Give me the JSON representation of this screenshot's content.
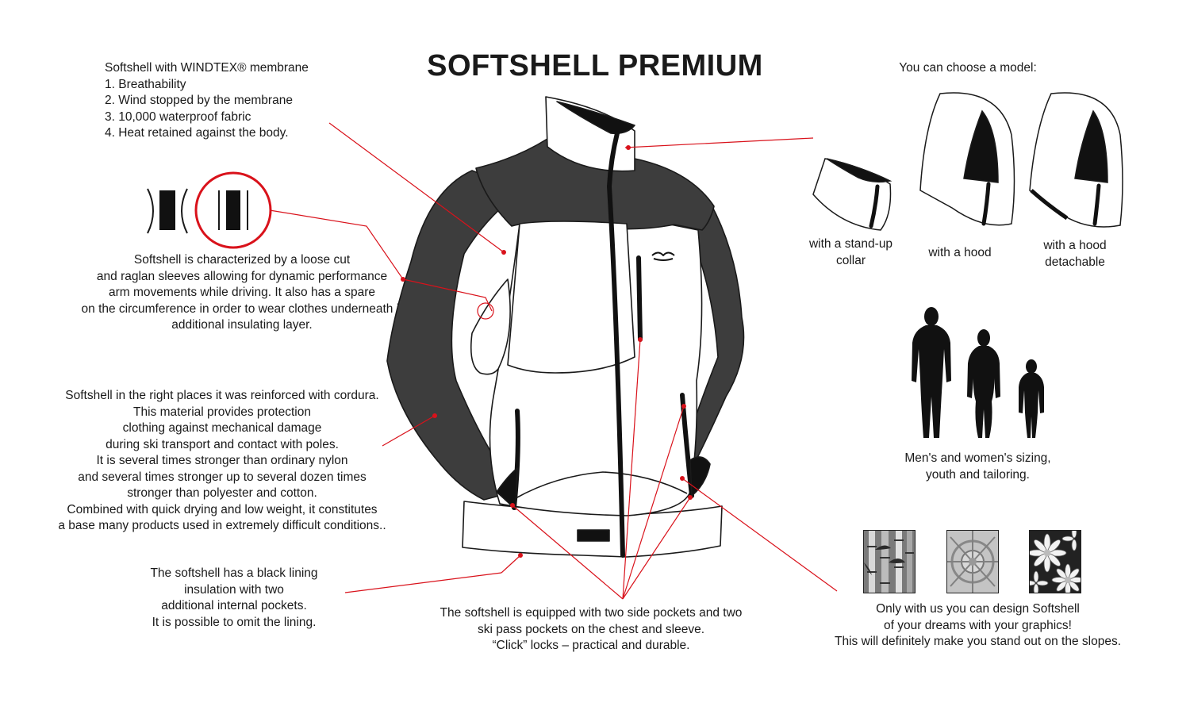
{
  "title": "SOFTSHELL PREMIUM",
  "membrane": {
    "lines": [
      "Softshell with WINDTEX® membrane",
      "1. Breathability",
      "2. Wind stopped by the membrane",
      "3. 10,000 waterproof fabric",
      "4. Heat retained against the body."
    ]
  },
  "cut": {
    "lines": [
      "Softshell is characterized by a loose cut",
      "and raglan sleeves allowing for dynamic performance",
      "arm movements while driving. It also has a spare",
      "on the circumference in order to wear clothes underneath it",
      "additional insulating layer."
    ]
  },
  "cordura": {
    "lines": [
      "Softshell in the right places it was reinforced with cordura.",
      "This material provides protection",
      "clothing against mechanical damage",
      "during ski transport and contact with poles.",
      "It is several times stronger than ordinary nylon",
      "and several times stronger up to several dozen times",
      "stronger than polyester and cotton.",
      "Combined with quick drying and low weight, it constitutes",
      "a base many products used in extremely difficult conditions.."
    ]
  },
  "lining": {
    "lines": [
      "The softshell has a black lining",
      "insulation with two",
      "additional internal pockets.",
      "It is possible to omit the lining."
    ]
  },
  "pockets": {
    "lines": [
      "The softshell is equipped with two side pockets and two",
      "ski pass pockets on the chest and sleeve.",
      "“Click” locks – practical and durable."
    ]
  },
  "models": {
    "heading": "You can choose a model:",
    "items": [
      {
        "lines": [
          "with a stand-up",
          "collar"
        ]
      },
      {
        "lines": [
          "with a hood"
        ]
      },
      {
        "lines": [
          "with a hood",
          "detachable"
        ]
      }
    ]
  },
  "sizing": {
    "lines": [
      "Men's and women's sizing,",
      "youth and tailoring."
    ]
  },
  "graphics": {
    "swatches": [
      "bamboo-pattern",
      "ornament-pattern",
      "daisy-pattern"
    ],
    "lines": [
      "Only with us you can design Softshell",
      "of your dreams with your graphics!",
      "This will definitely make you stand out on the slopes."
    ]
  },
  "colors": {
    "accent": "#d9121b",
    "sleeve": "#3d3d3d",
    "outline": "#1a1a1a"
  }
}
